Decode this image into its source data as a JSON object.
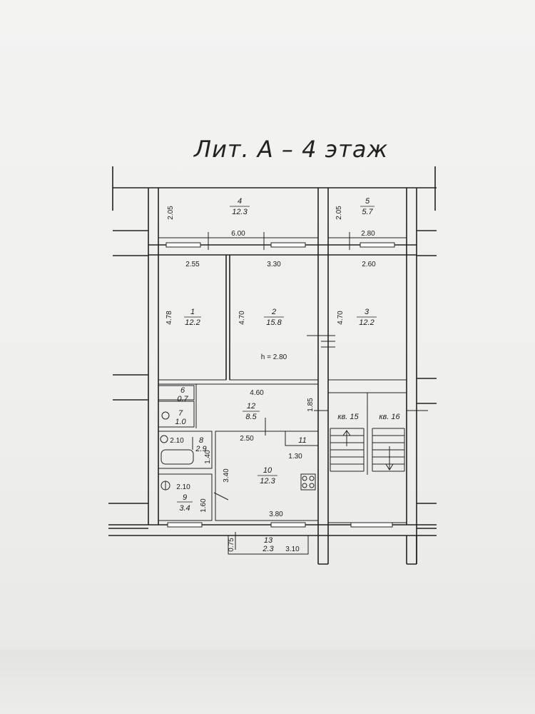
{
  "title": "Лит. А – 4 этаж",
  "ceiling_height": "h = 2.80",
  "rooms": [
    {
      "id": "4",
      "num": "4",
      "area": "12.3"
    },
    {
      "id": "5",
      "num": "5",
      "area": "5.7"
    },
    {
      "id": "1",
      "num": "1",
      "area": "12.2"
    },
    {
      "id": "2",
      "num": "2",
      "area": "15.8"
    },
    {
      "id": "3",
      "num": "3",
      "area": "12.2"
    },
    {
      "id": "6",
      "num": "6",
      "area": "0.7"
    },
    {
      "id": "7",
      "num": "7",
      "area": "1.0"
    },
    {
      "id": "12",
      "num": "12",
      "area": "8.5"
    },
    {
      "id": "8",
      "num": "8",
      "area": "2.9"
    },
    {
      "id": "11",
      "num": "11",
      "area": ""
    },
    {
      "id": "10",
      "num": "10",
      "area": "12.3"
    },
    {
      "id": "9",
      "num": "9",
      "area": "3.4"
    },
    {
      "id": "13",
      "num": "13",
      "area": "2.3"
    }
  ],
  "dimensions": {
    "r4_h": "2.05",
    "r4_w": "6.00",
    "r5_h": "2.05",
    "r5_w": "2.80",
    "r1_w": "2.55",
    "r1_h": "4.78",
    "r2_w": "3.30",
    "r2_h": "4.70",
    "r3_w": "2.60",
    "r3_h": "4.70",
    "r12_w": "4.60",
    "r12_h": "1.85",
    "r8_w": "2.10",
    "r8_h": "1.40",
    "r11_w": "1.30",
    "r10_top": "2.50",
    "r10_h": "3.40",
    "r10_w": "3.80",
    "r9_w": "2.10",
    "r9_h": "1.60",
    "r13_h": "0.75",
    "r13_w": "3.10"
  },
  "apartments": [
    "кв. 15",
    "кв. 16"
  ]
}
